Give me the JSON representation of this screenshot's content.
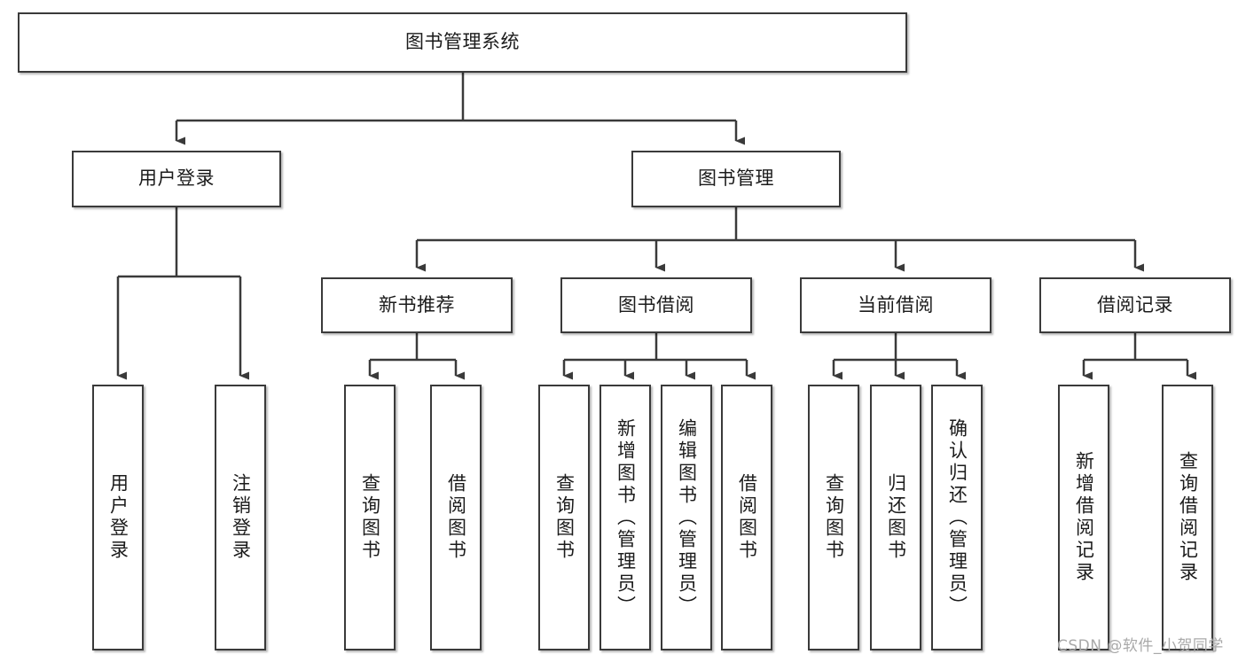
{
  "diagram": {
    "type": "tree-hierarchy-flowchart",
    "title": "图书管理系统",
    "watermark": "CSDN @软件_小贺同学",
    "colors": {
      "box_border": "#3a3a3a",
      "box_fill": "#ffffff",
      "connector": "#3a3a3a",
      "text": "#1b1b1b",
      "watermark": "#a9a9a9",
      "background": "#ffffff"
    },
    "levels": [
      {
        "level": 1,
        "nodes": [
          {
            "id": "root",
            "label": "图书管理系统",
            "orientation": "horizontal"
          }
        ]
      },
      {
        "level": 2,
        "nodes": [
          {
            "id": "user-login",
            "label": "用户登录",
            "orientation": "horizontal",
            "parent": "root"
          },
          {
            "id": "book-manage",
            "label": "图书管理",
            "orientation": "horizontal",
            "parent": "root"
          }
        ]
      },
      {
        "level": 3,
        "nodes": [
          {
            "id": "new-book-rec",
            "label": "新书推荐",
            "orientation": "horizontal",
            "parent": "book-manage"
          },
          {
            "id": "book-borrow",
            "label": "图书借阅",
            "orientation": "horizontal",
            "parent": "book-manage"
          },
          {
            "id": "current-borrow",
            "label": "当前借阅",
            "orientation": "horizontal",
            "parent": "book-manage"
          },
          {
            "id": "borrow-record",
            "label": "借阅记录",
            "orientation": "horizontal",
            "parent": "book-manage"
          }
        ]
      },
      {
        "level": 4,
        "nodes": [
          {
            "id": "leaf-user-login",
            "label": "用户登录",
            "orientation": "vertical",
            "parent": "user-login"
          },
          {
            "id": "leaf-user-logout",
            "label": "注销登录",
            "orientation": "vertical",
            "parent": "user-login"
          },
          {
            "id": "leaf-query-book-1",
            "label": "查询图书",
            "orientation": "vertical",
            "parent": "new-book-rec"
          },
          {
            "id": "leaf-borrow-book-1",
            "label": "借阅图书",
            "orientation": "vertical",
            "parent": "new-book-rec"
          },
          {
            "id": "leaf-query-book-2",
            "label": "查询图书",
            "orientation": "vertical",
            "parent": "book-borrow"
          },
          {
            "id": "leaf-add-book",
            "label": "新增图书（管理员）",
            "orientation": "vertical",
            "parent": "book-borrow"
          },
          {
            "id": "leaf-edit-book",
            "label": "编辑图书（管理员）",
            "orientation": "vertical",
            "parent": "book-borrow"
          },
          {
            "id": "leaf-borrow-book-2",
            "label": "借阅图书",
            "orientation": "vertical",
            "parent": "book-borrow"
          },
          {
            "id": "leaf-query-book-3",
            "label": "查询图书",
            "orientation": "vertical",
            "parent": "current-borrow"
          },
          {
            "id": "leaf-return-book",
            "label": "归还图书",
            "orientation": "vertical",
            "parent": "current-borrow"
          },
          {
            "id": "leaf-confirm-return",
            "label": "确认归还（管理员）",
            "orientation": "vertical",
            "parent": "current-borrow"
          },
          {
            "id": "leaf-add-record",
            "label": "新增借阅记录",
            "orientation": "vertical",
            "parent": "borrow-record"
          },
          {
            "id": "leaf-query-record",
            "label": "查询借阅记录",
            "orientation": "vertical",
            "parent": "borrow-record"
          }
        ]
      }
    ]
  }
}
